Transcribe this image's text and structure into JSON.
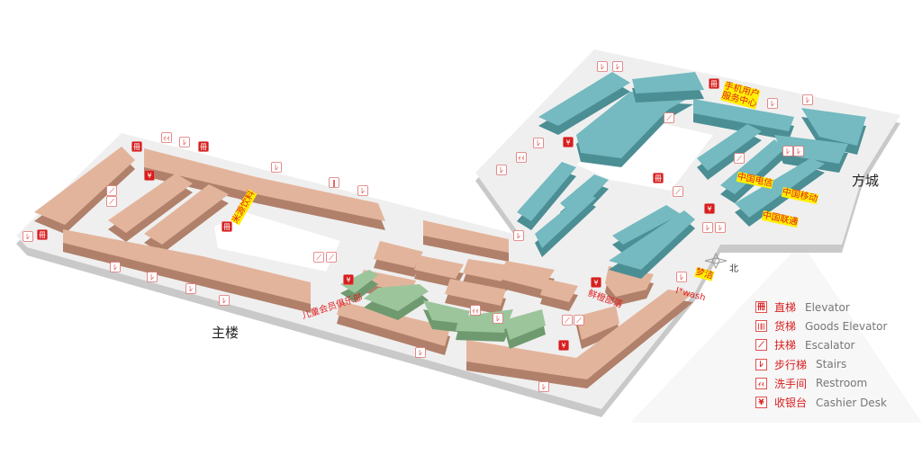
{
  "areas": {
    "main_building": "主楼",
    "fangcheng": "方城",
    "north": "北"
  },
  "store_labels": {
    "mobile_service": [
      "手机用户",
      "服务中心"
    ],
    "china_telecom": "中国电信",
    "china_mobile": "中国移动",
    "china_unicom": "中国联通",
    "fresh_orange": "鲜橙部落",
    "mengjie": "梦洁",
    "iwash": "I*wash",
    "mi_drinks": "米源饮料",
    "kids_club": "儿童会员俱乐部"
  },
  "legend": [
    {
      "icon": "elevator-icon",
      "glyph": "冊",
      "cn": "直梯",
      "en": "Elevator"
    },
    {
      "icon": "goods-elevator-icon",
      "glyph": "|‖|",
      "cn": "货梯",
      "en": "Goods Elevator"
    },
    {
      "icon": "escalator-icon",
      "glyph": "⟋",
      "cn": "扶梯",
      "en": "Escalator"
    },
    {
      "icon": "stairs-icon",
      "glyph": "ﾚ",
      "cn": "步行梯",
      "en": "Stairs"
    },
    {
      "icon": "restroom-icon",
      "glyph": "ｨｨ",
      "cn": "洗手间",
      "en": "Restroom"
    },
    {
      "icon": "cashier-icon",
      "glyph": "¥",
      "cn": "收银台",
      "en": "Cashier Desk"
    }
  ],
  "colors": {
    "retail": "#e3b49c",
    "telecom": "#74bac0",
    "green": "#9cc59b",
    "accent": "#d81e1e",
    "highlight": "#ffef00"
  }
}
